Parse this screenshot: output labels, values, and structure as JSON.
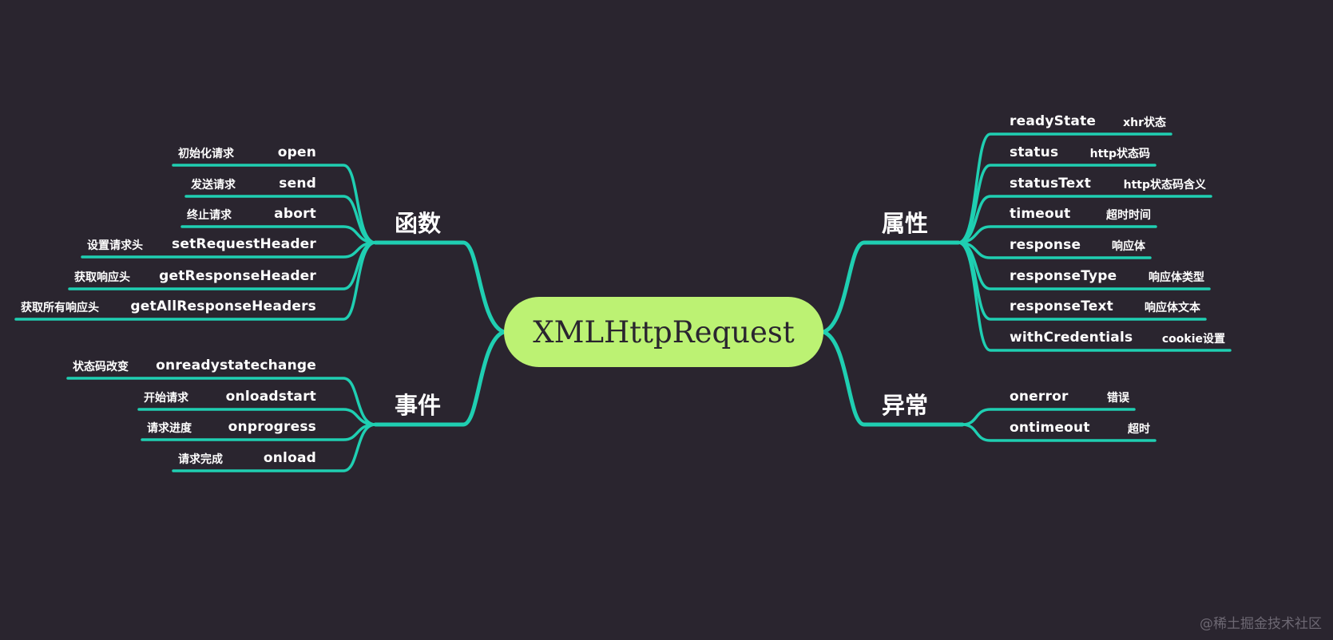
{
  "root": {
    "label": "XMLHttpRequest"
  },
  "colors": {
    "background": "#2a252f",
    "line": "#1fcfb2",
    "root_fill": "#bcf273",
    "text": "#ffffff"
  },
  "branches": {
    "functions": {
      "label": "函数",
      "items": [
        {
          "name": "open",
          "desc": "初始化请求"
        },
        {
          "name": "send",
          "desc": "发送请求"
        },
        {
          "name": "abort",
          "desc": "终止请求"
        },
        {
          "name": "setRequestHeader",
          "desc": "设置请求头"
        },
        {
          "name": "getResponseHeader",
          "desc": "获取响应头"
        },
        {
          "name": "getAllResponseHeaders",
          "desc": "获取所有响应头"
        }
      ]
    },
    "events": {
      "label": "事件",
      "items": [
        {
          "name": "onreadystatechange",
          "desc": "状态码改变"
        },
        {
          "name": "onloadstart",
          "desc": "开始请求"
        },
        {
          "name": "onprogress",
          "desc": "请求进度"
        },
        {
          "name": "onload",
          "desc": "请求完成"
        }
      ]
    },
    "properties": {
      "label": "属性",
      "items": [
        {
          "name": "readyState",
          "desc": "xhr状态"
        },
        {
          "name": "status",
          "desc": "http状态码"
        },
        {
          "name": "statusText",
          "desc": "http状态码含义"
        },
        {
          "name": "timeout",
          "desc": "超时时间"
        },
        {
          "name": "response",
          "desc": "响应体"
        },
        {
          "name": "responseType",
          "desc": "响应体类型"
        },
        {
          "name": "responseText",
          "desc": "响应体文本"
        },
        {
          "name": "withCredentials",
          "desc": "cookie设置"
        }
      ]
    },
    "exceptions": {
      "label": "异常",
      "items": [
        {
          "name": "onerror",
          "desc": "错误"
        },
        {
          "name": "ontimeout",
          "desc": "超时"
        }
      ]
    }
  },
  "watermark": "@稀土掘金技术社区"
}
